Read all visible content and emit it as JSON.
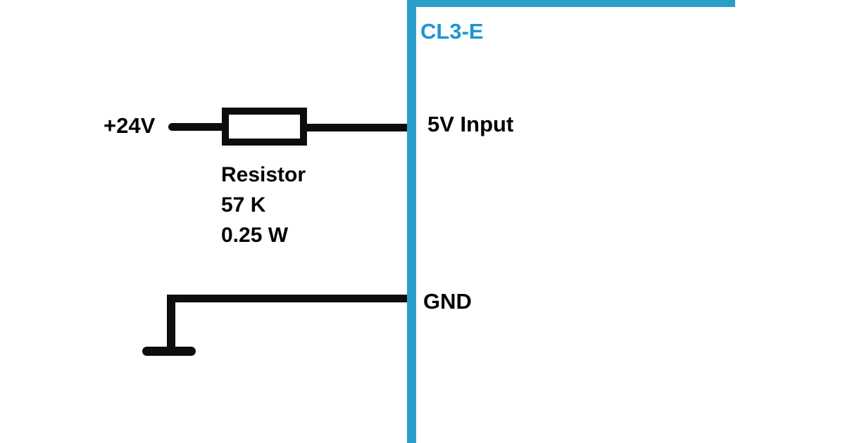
{
  "diagram": {
    "device": {
      "label": "CL3-E"
    },
    "supply": {
      "label": "+24V"
    },
    "pins": [
      {
        "label": "5V Input"
      },
      {
        "label": "GND"
      }
    ],
    "resistor": {
      "name": "Resistor",
      "resistance": "57 K",
      "power": "0.25 W"
    }
  },
  "colors": {
    "device_line": "#2b9ec7",
    "device_label_text": "#1d96d2",
    "wire": "#0d0d0d",
    "label_text": "#000000",
    "background": "#ffffff"
  }
}
